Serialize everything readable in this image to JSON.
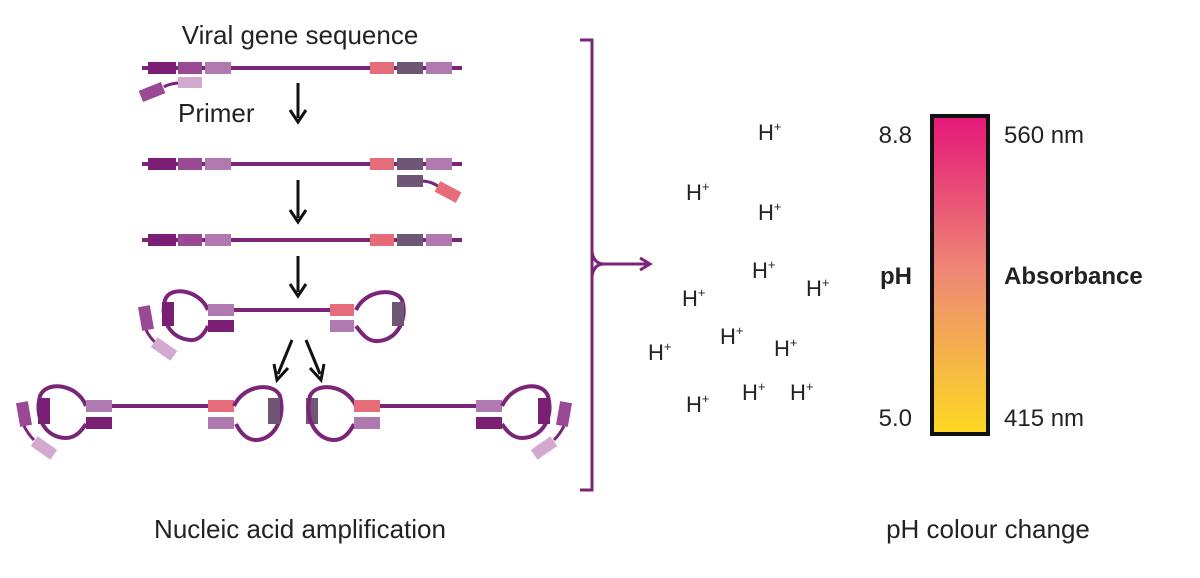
{
  "labels": {
    "viral_gene_sequence": "Viral gene sequence",
    "primer": "Primer",
    "nucleic_acid_amplification": "Nucleic acid amplification",
    "ph_colour_change": "pH colour change",
    "ph_axis": "pH",
    "absorbance_axis": "Absorbance"
  },
  "scale": {
    "ph_high": "8.8",
    "ph_low": "5.0",
    "wavelength_high": "560 nm",
    "wavelength_low": "415 nm",
    "gradient_top_color": "#e4177a",
    "gradient_mid_color": "#ef8a74",
    "gradient_bottom_color": "#fcd921"
  },
  "ions": {
    "symbol": "H",
    "charge": "+",
    "count": 12
  },
  "colors": {
    "strand": "#7b2579",
    "dark_purple": "#7a1f74",
    "mid_purple": "#9a4a94",
    "light_purple": "#b07ab0",
    "pale_purple": "#d4a9d0",
    "coral": "#e56c78",
    "slate": "#6e5674",
    "arrow": "#111111"
  }
}
